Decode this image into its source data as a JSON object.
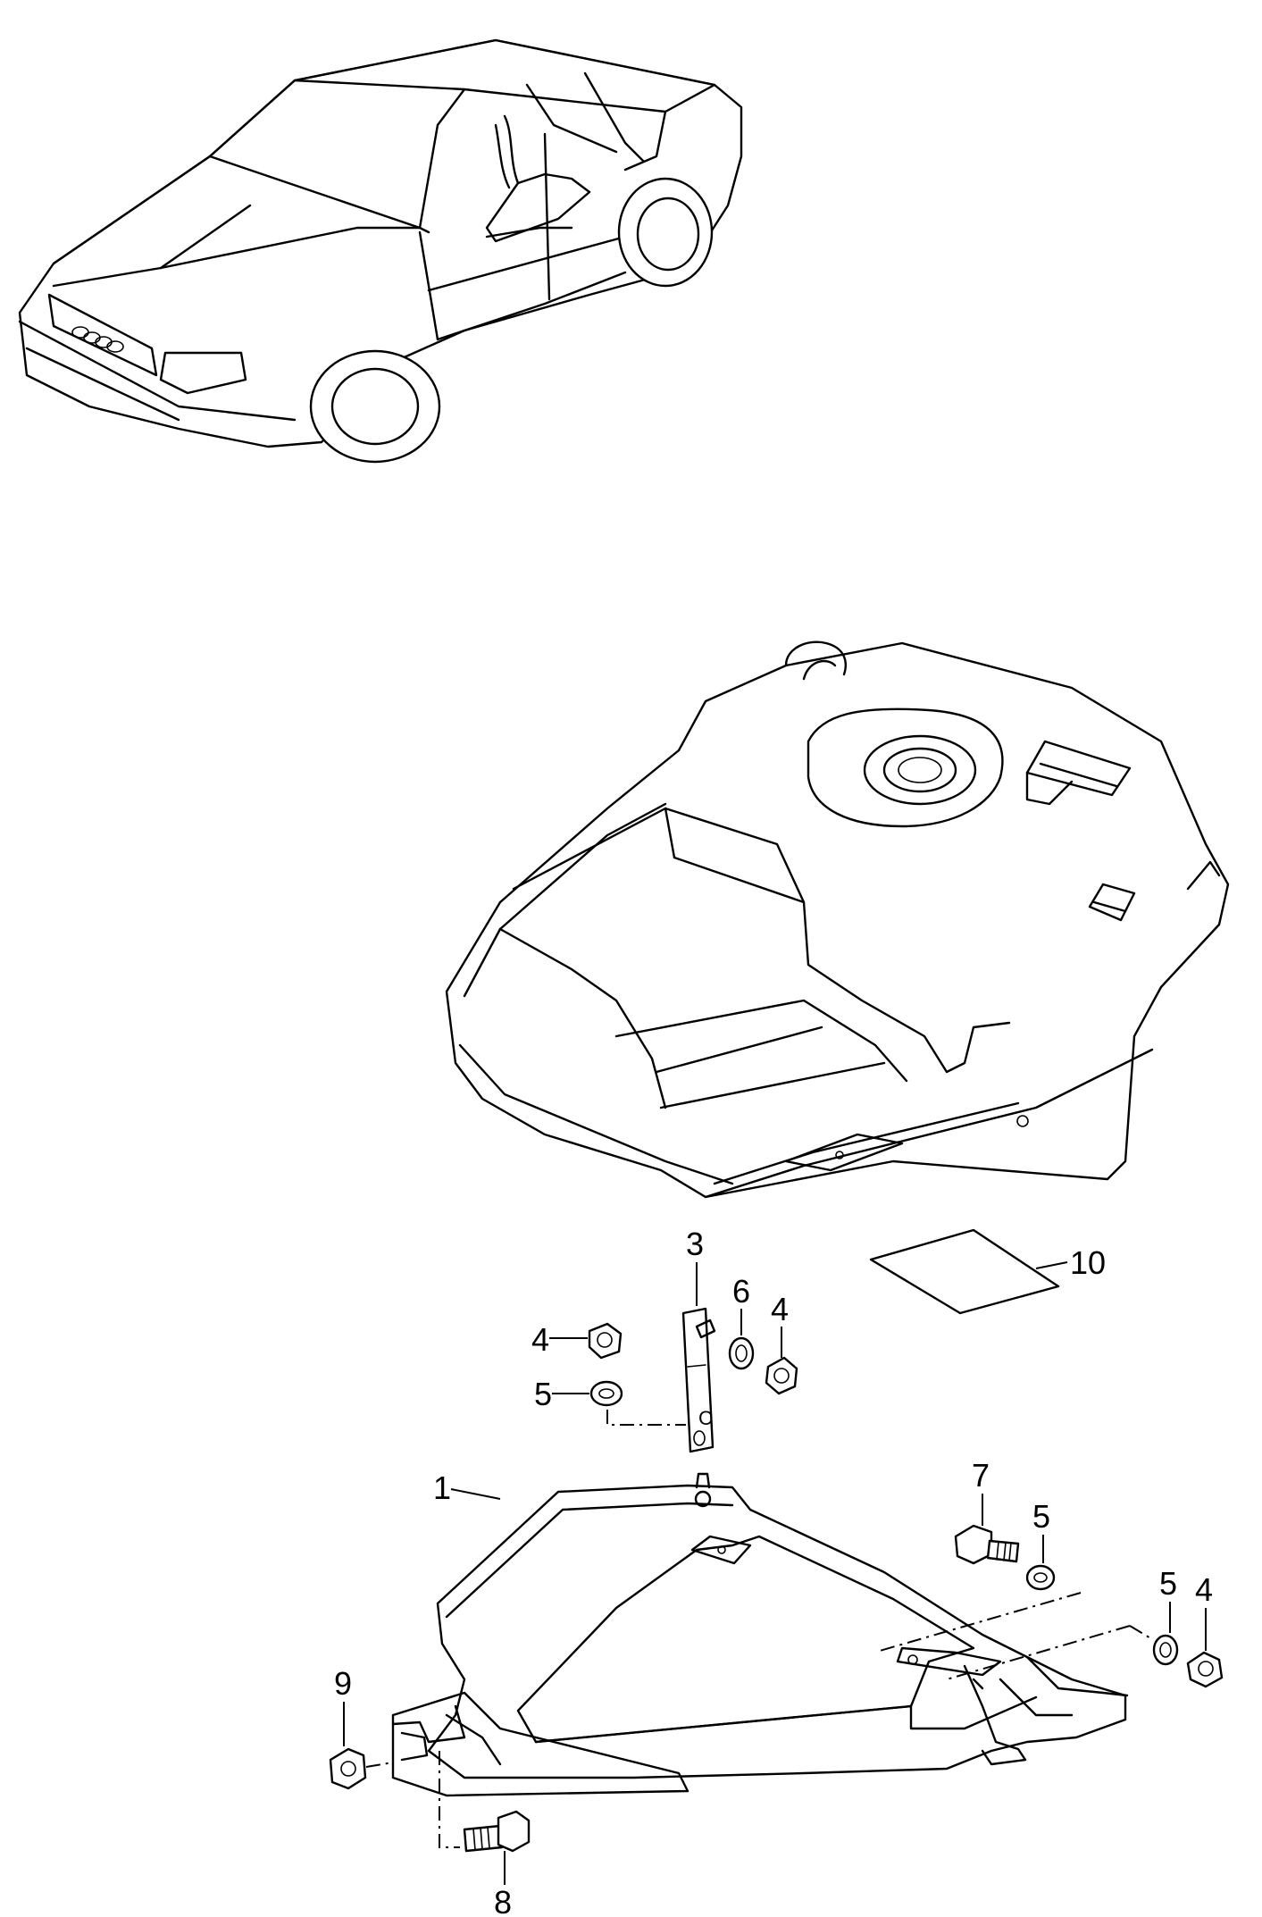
{
  "diagram": {
    "labels": {
      "part_1": "1",
      "part_3": "3",
      "part_4a": "4",
      "part_4b": "4",
      "part_4c": "4",
      "part_5a": "5",
      "part_5b": "5",
      "part_5c": "5",
      "part_6": "6",
      "part_7": "7",
      "part_8": "8",
      "part_9": "9",
      "part_10": "10"
    }
  }
}
